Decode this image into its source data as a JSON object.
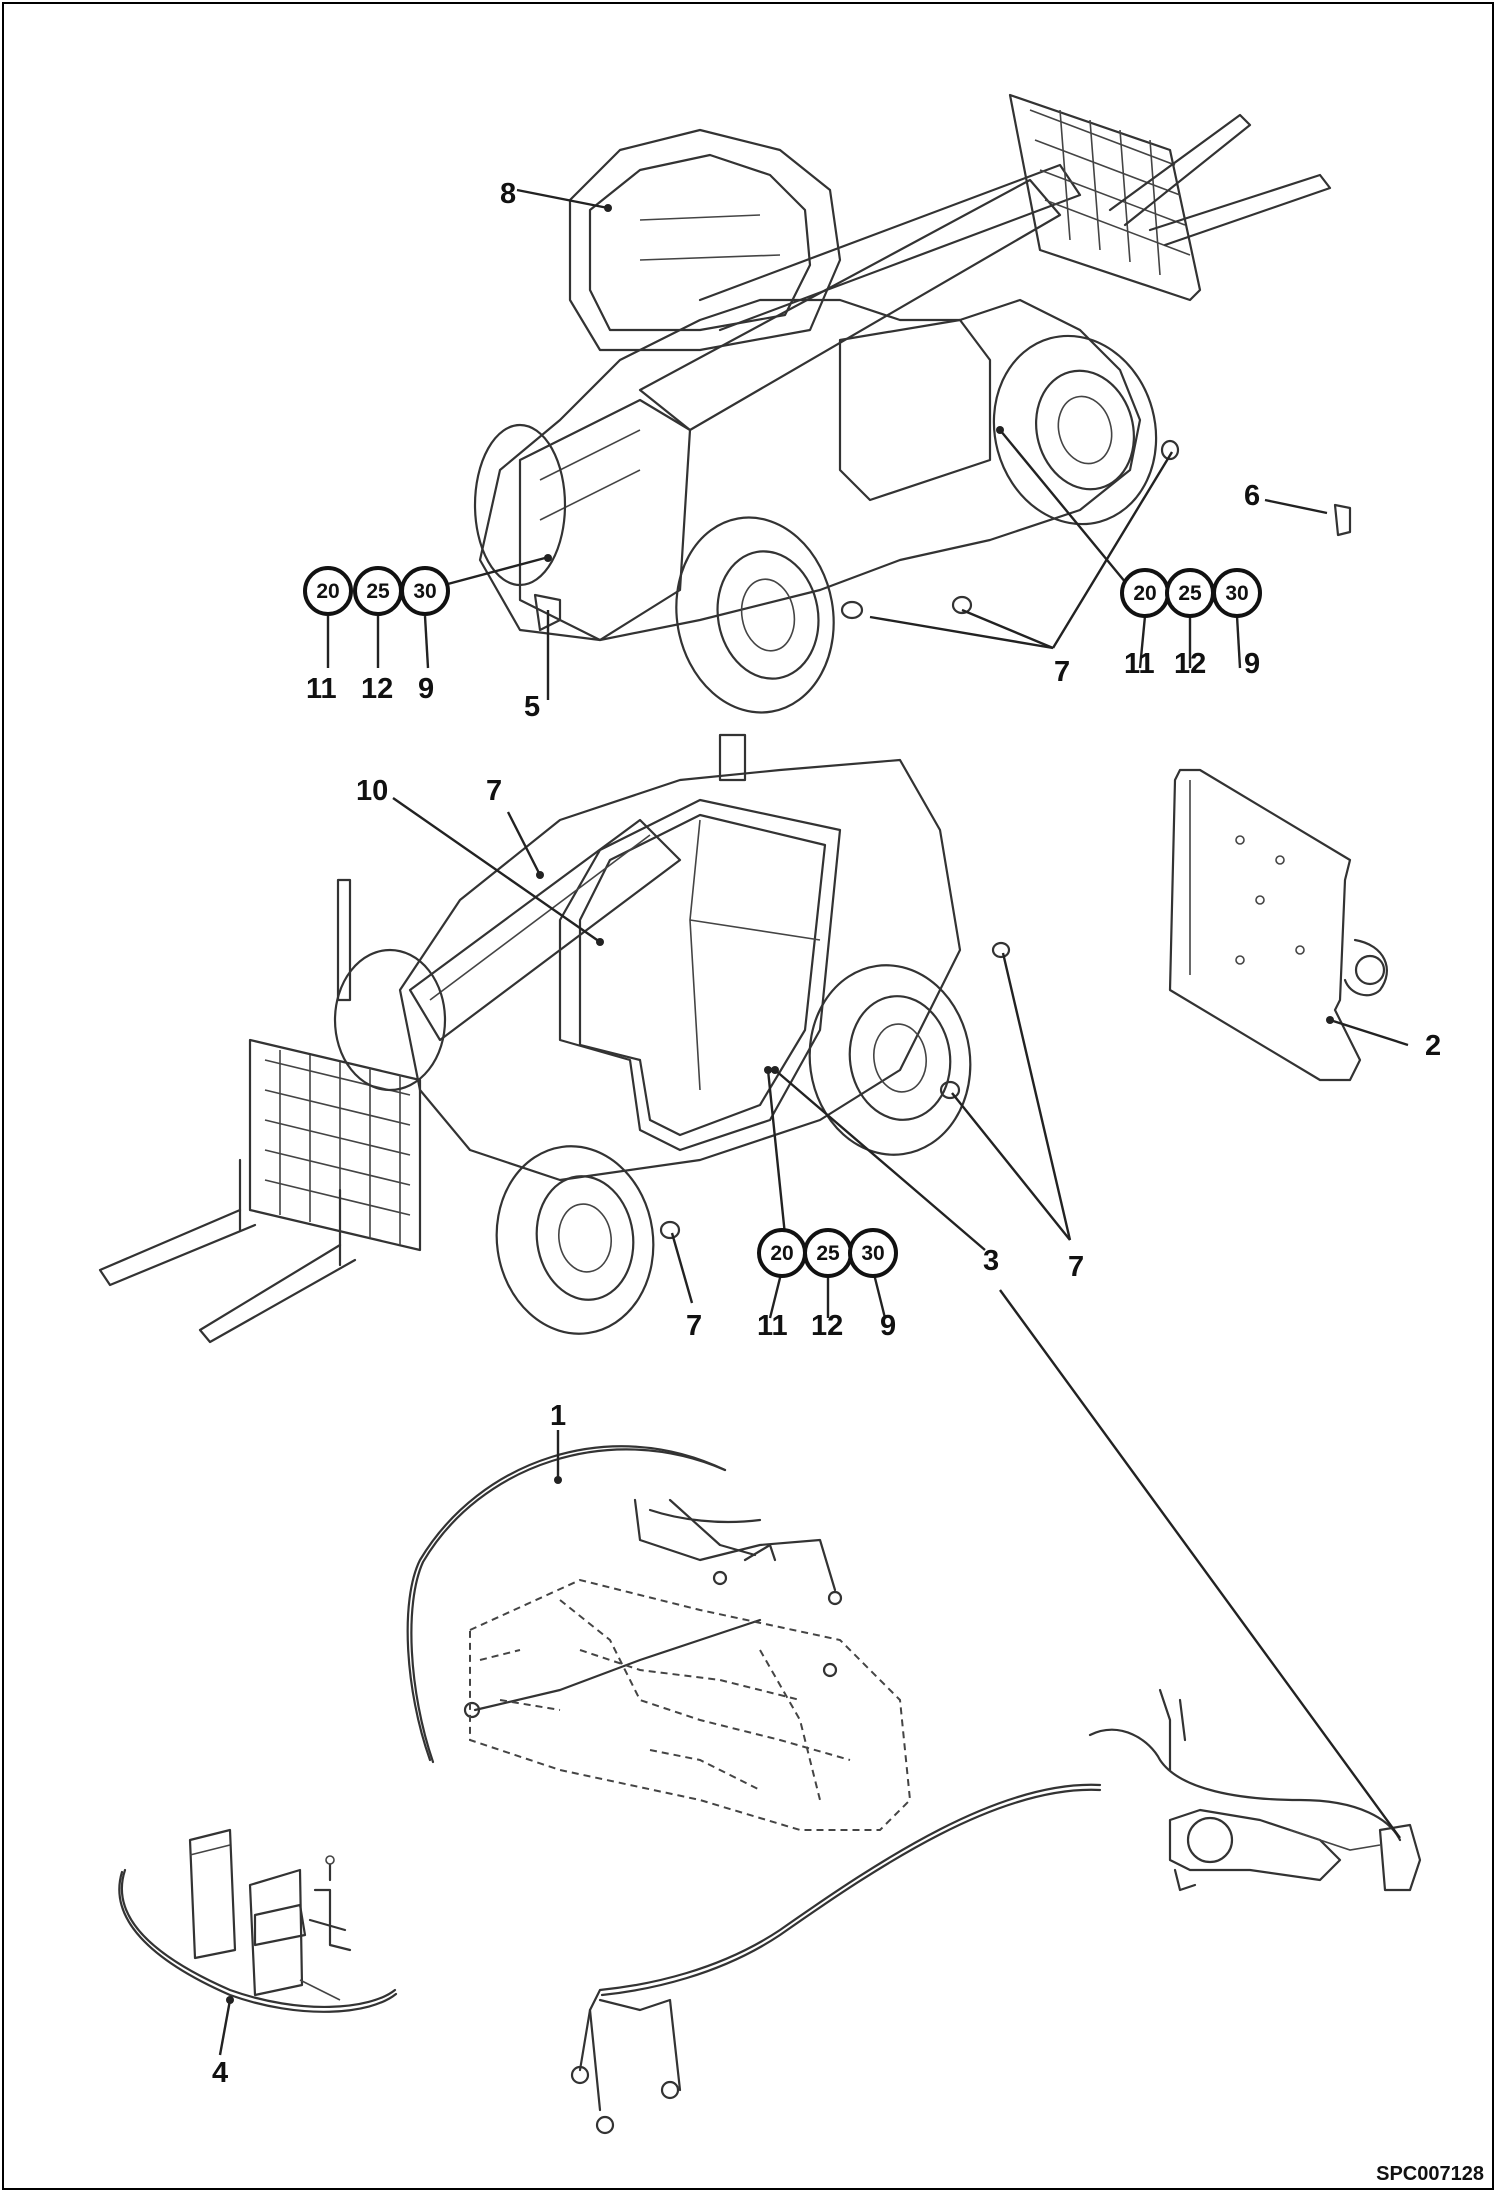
{
  "labels": {
    "l1": "1",
    "l2": "2",
    "l3": "3",
    "l4": "4",
    "l5": "5",
    "l6": "6",
    "l7a": "7",
    "l7b": "7",
    "l7c": "7",
    "l7d": "7",
    "l8": "8",
    "l9a": "9",
    "l9b": "9",
    "l9c": "9",
    "l10": "10",
    "l11a": "11",
    "l11b": "11",
    "l11c": "11",
    "l12a": "12",
    "l12b": "12",
    "l12c": "12"
  },
  "circles": {
    "c20": "20",
    "c25": "25",
    "c30": "30"
  },
  "reference": "SPC007128"
}
